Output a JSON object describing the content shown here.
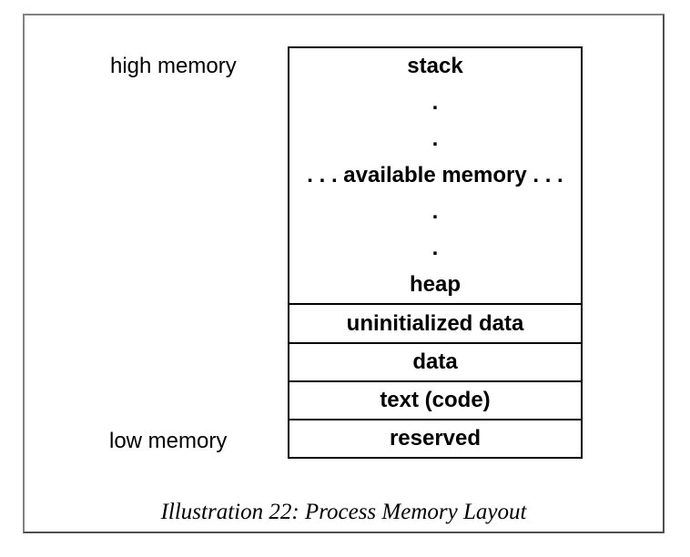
{
  "figure": {
    "high_memory_label": "high memory",
    "low_memory_label": "low memory",
    "caption": "Illustration 22: Process Memory Layout",
    "memory_box": {
      "lines": [
        "stack",
        ".",
        ".",
        ". . . available memory . . .",
        ".",
        ".",
        "heap"
      ],
      "rows": [
        "uninitialized data",
        "data",
        "text (code)",
        "reserved"
      ]
    },
    "colors": {
      "frame_border": "#828282",
      "box_border": "#000000",
      "text": "#000000",
      "background": "#ffffff"
    }
  }
}
